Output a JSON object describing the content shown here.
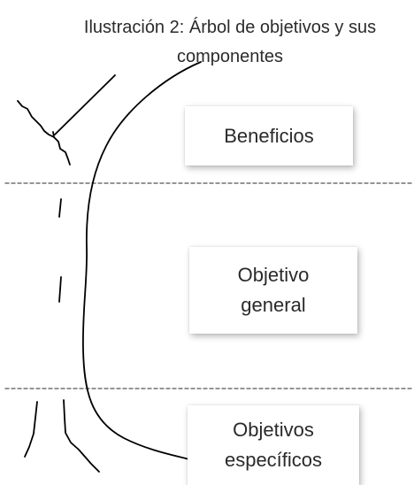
{
  "caption": {
    "line1": "Ilustración 2: Árbol de objetivos y sus",
    "line2": "componentes"
  },
  "boxes": {
    "benefits": {
      "label": "Beneficios"
    },
    "general": {
      "line1": "Objetivo",
      "line2": "general"
    },
    "specific": {
      "line1": "Objetivos",
      "line2": "específicos"
    }
  },
  "colors": {
    "stroke": "#000000",
    "divider": "#555555"
  }
}
